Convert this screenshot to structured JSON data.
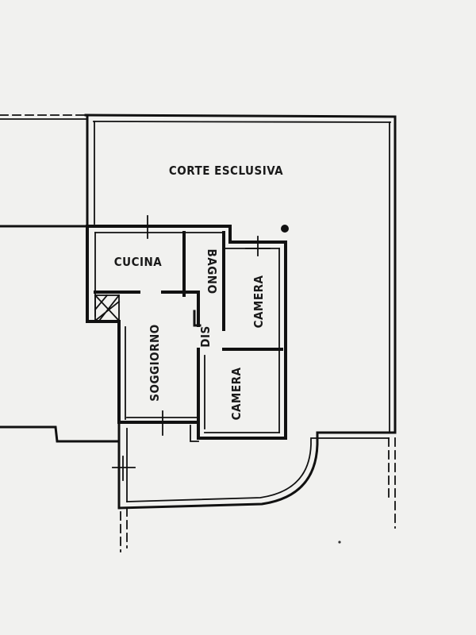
{
  "rooms": {
    "corte": "CORTE ESCLUSIVA",
    "cucina": "CUCINA",
    "bagno": "BAGNO",
    "camera_1": "CAMERA",
    "dis": "DIS",
    "soggiorno": "SOGGIORNO",
    "camera_2": "CAMERA"
  },
  "colors": {
    "paper": "#f1f1ef",
    "ink": "#111111"
  }
}
